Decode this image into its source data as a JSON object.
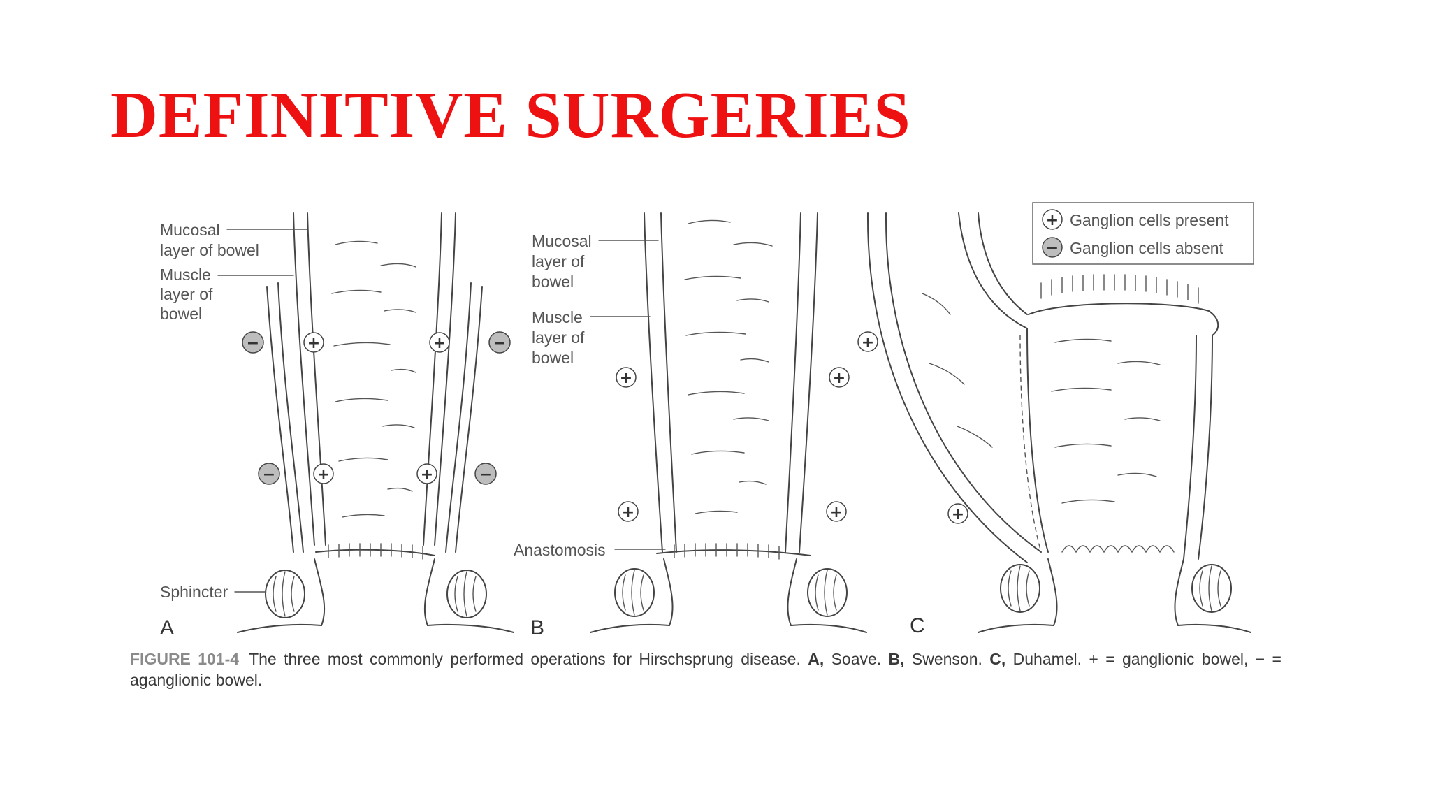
{
  "title": "DEFINITIVE SURGERIES",
  "colors": {
    "title": "#ee1111",
    "ink": "#444444",
    "ganglion_circle_fill": "#bdbdbd"
  },
  "figure": {
    "labels": {
      "mucosal_a": [
        "Mucosal",
        "layer of bowel"
      ],
      "muscle_a": [
        "Muscle",
        "layer of",
        "bowel"
      ],
      "sphincter": "Sphincter",
      "mucosal_b": [
        "Mucosal",
        "layer of",
        "bowel"
      ],
      "muscle_b": [
        "Muscle",
        "layer of",
        "bowel"
      ],
      "anastomosis": "Anastomosis"
    },
    "panel_letters": [
      "A",
      "B",
      "C"
    ],
    "legend": {
      "present": "Ganglion cells present",
      "absent": "Ganglion cells absent"
    },
    "symbols": {
      "plus": "+",
      "minus": "−"
    }
  },
  "caption": {
    "figure_label": "FIGURE 101-4",
    "text_1": "The three most commonly performed operations for Hirschsprung disease. ",
    "a_label": "A,",
    "a_text": " Soave. ",
    "b_label": "B,",
    "b_text": " Swenson. ",
    "c_label": "C,",
    "c_text": " Duhamel. + = ganglionic bowel, − = aganglionic bowel."
  }
}
